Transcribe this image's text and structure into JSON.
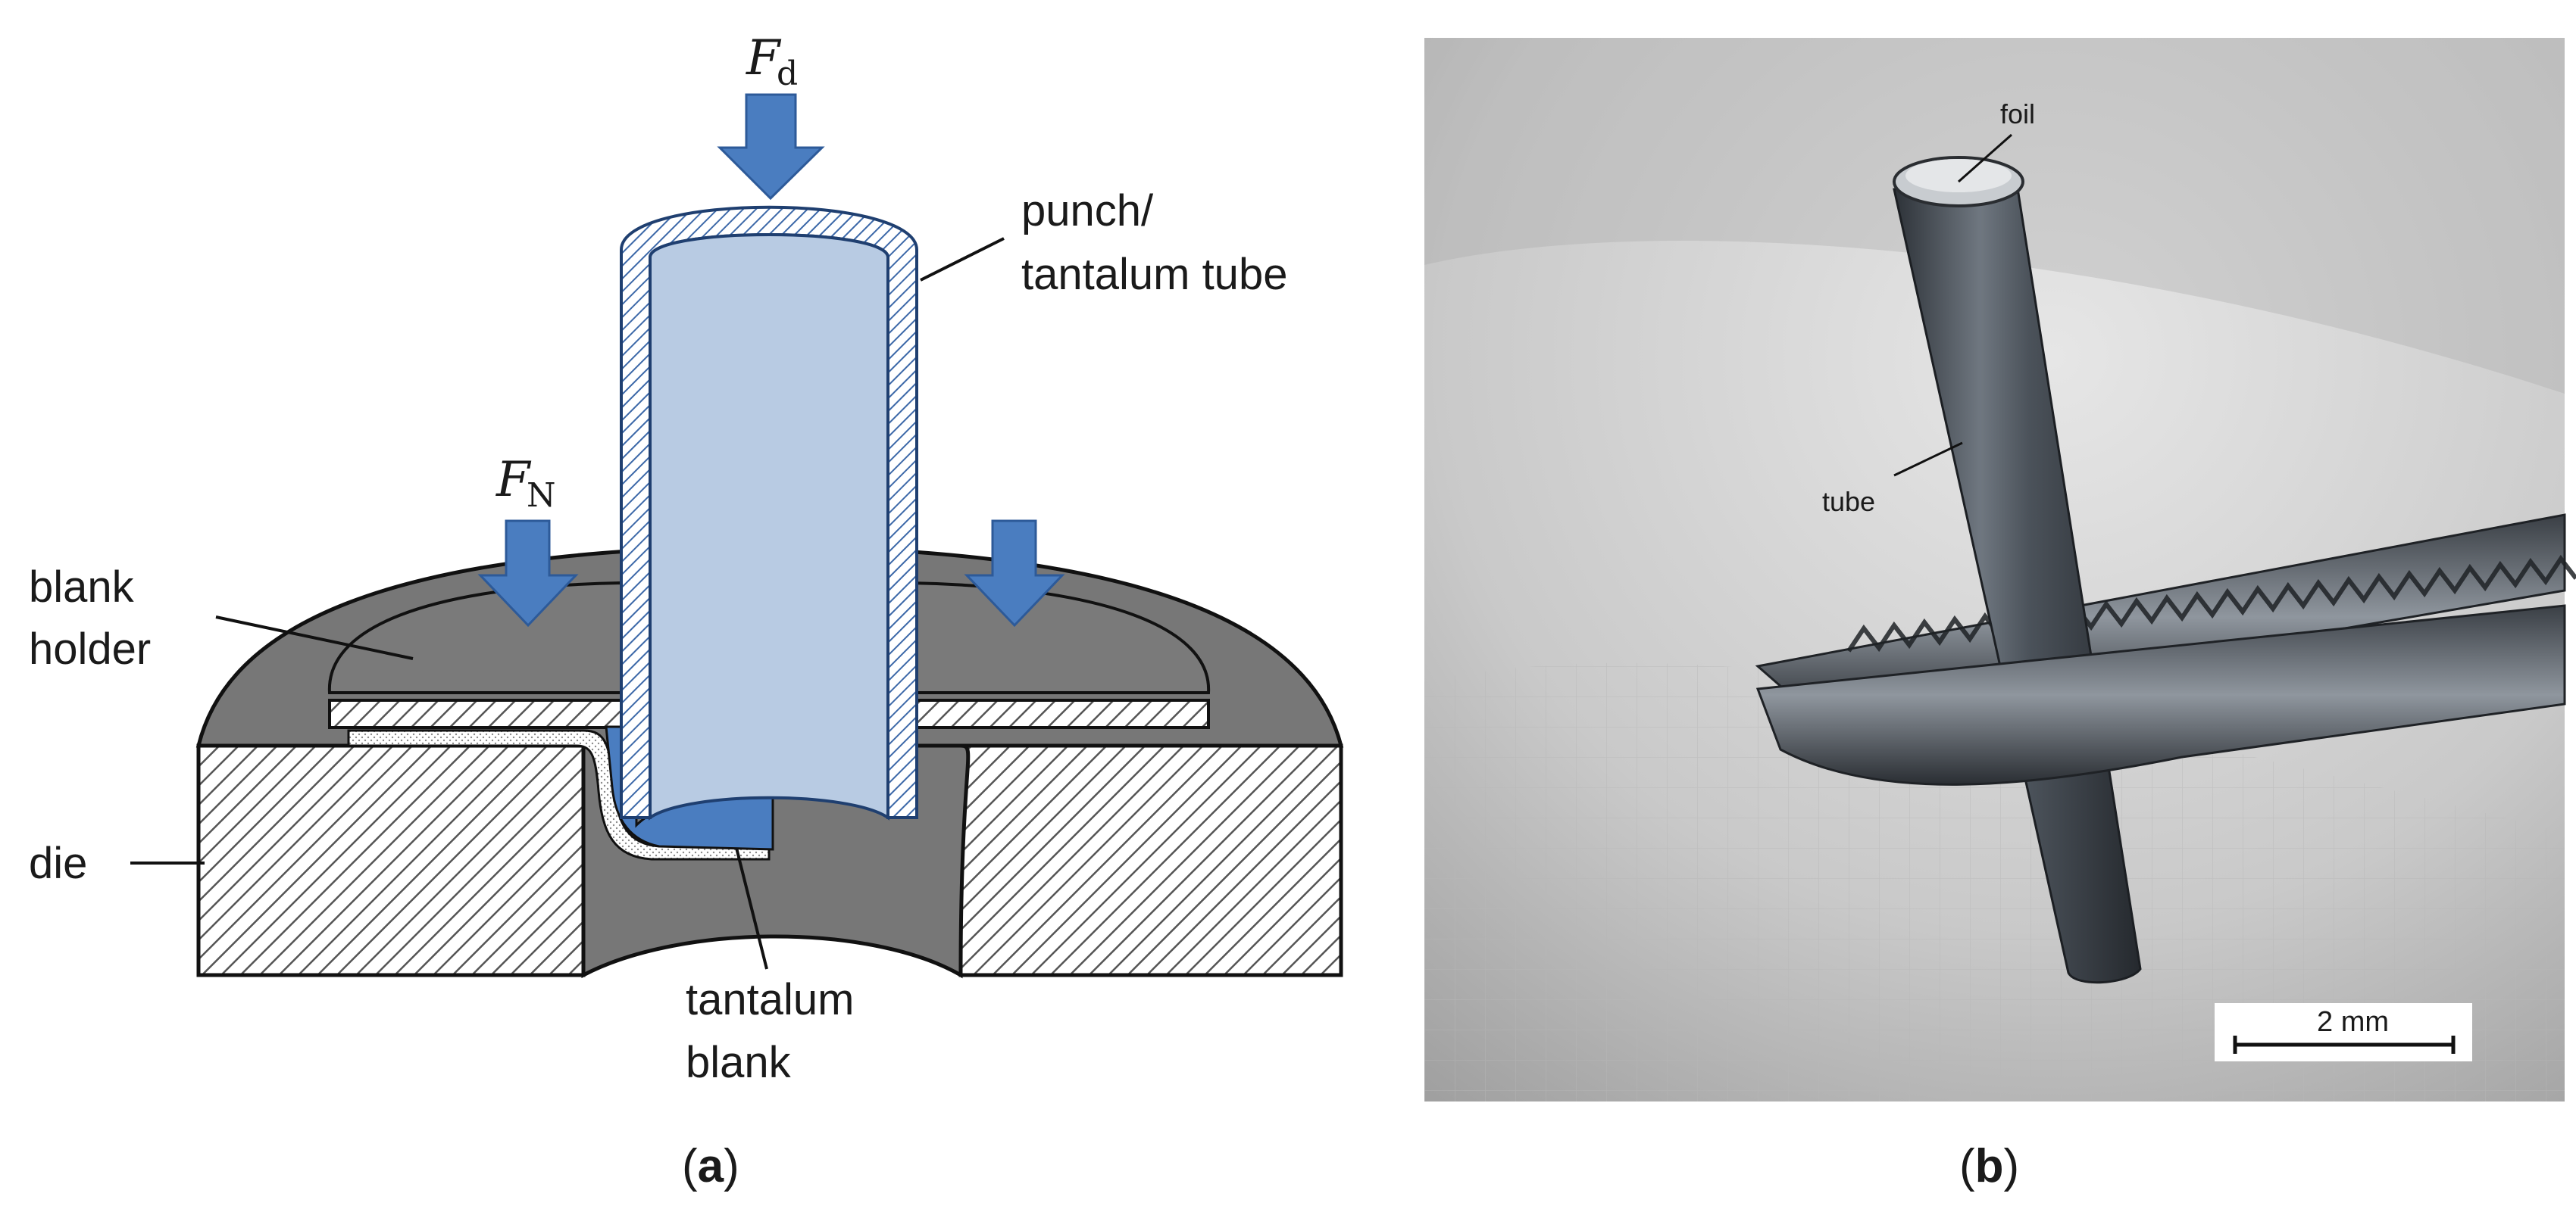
{
  "panel_a": {
    "force_draw": {
      "symbol": "F",
      "subscript": "d"
    },
    "force_holder": {
      "symbol": "F",
      "subscript": "N"
    },
    "labels": {
      "punch_line1": "punch/",
      "punch_line2": "tantalum tube",
      "holder_line1": "blank",
      "holder_line2": "holder",
      "die": "die",
      "blank_line1": "tantalum",
      "blank_line2": "blank"
    },
    "caption": {
      "open": "(",
      "letter": "a",
      "close": ")"
    },
    "colors": {
      "arrow": "#4a7dc0",
      "punch_fill": "#b8cbe3",
      "tool_gray": "#777777",
      "blank_blue": "#4a7dc0"
    }
  },
  "panel_b": {
    "labels": {
      "foil": "foil",
      "tube": "tube"
    },
    "scale_bar": {
      "label": "2 mm"
    },
    "caption": {
      "open": "(",
      "letter": "b",
      "close": ")"
    }
  }
}
